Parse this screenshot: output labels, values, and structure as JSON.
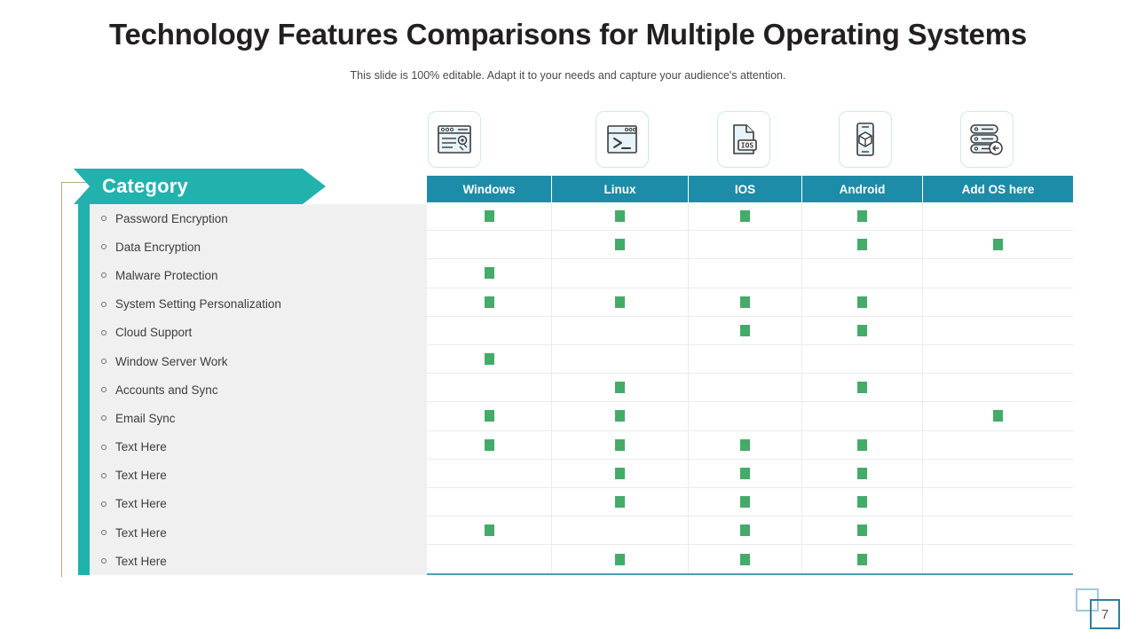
{
  "slide": {
    "title": "Technology Features Comparisons for Multiple Operating Systems",
    "subtitle": "This slide is 100% editable. Adapt it to your needs and capture your audience's attention.",
    "page_number": "7"
  },
  "colors": {
    "header_teal": "#1d8ca8",
    "banner_teal": "#22b2ae",
    "check_green": "#44ab69",
    "panel_gray": "#f0f0f0",
    "icon_border": "#cfe7ef",
    "bracket_olive": "#b3ad7a",
    "title_text": "#231f20"
  },
  "category": {
    "banner_label": "Category",
    "rows": [
      "Password Encryption",
      "Data Encryption",
      "Malware Protection",
      "System Setting Personalization",
      "Cloud Support",
      "Window Server Work",
      "Accounts and Sync",
      "Email Sync",
      "Text Here",
      "Text Here",
      "Text Here",
      "Text Here",
      "Text Here"
    ]
  },
  "icons": [
    {
      "name": "browser-settings-icon",
      "column": "Windows"
    },
    {
      "name": "terminal-window-icon",
      "column": "Linux"
    },
    {
      "name": "ios-document-icon",
      "column": "IOS"
    },
    {
      "name": "mobile-package-icon",
      "column": "Android"
    },
    {
      "name": "server-stack-icon",
      "column": "Add OS here"
    }
  ],
  "matrix": {
    "columns": [
      "Windows",
      "Linux",
      "IOS",
      "Android",
      "Add OS here"
    ],
    "marker": "green-square",
    "rows": [
      {
        "label": "Password Encryption",
        "marks": [
          true,
          true,
          true,
          true,
          false
        ]
      },
      {
        "label": "Data Encryption",
        "marks": [
          false,
          true,
          false,
          true,
          true
        ]
      },
      {
        "label": "Malware Protection",
        "marks": [
          true,
          false,
          false,
          false,
          false
        ]
      },
      {
        "label": "System Setting Personalization",
        "marks": [
          true,
          true,
          true,
          true,
          false
        ]
      },
      {
        "label": "Cloud Support",
        "marks": [
          false,
          false,
          true,
          true,
          false
        ]
      },
      {
        "label": "Window Server Work",
        "marks": [
          true,
          false,
          false,
          false,
          false
        ]
      },
      {
        "label": "Accounts and Sync",
        "marks": [
          false,
          true,
          false,
          true,
          false
        ]
      },
      {
        "label": "Email Sync",
        "marks": [
          true,
          true,
          false,
          false,
          true
        ]
      },
      {
        "label": "Text Here",
        "marks": [
          true,
          true,
          true,
          true,
          false
        ]
      },
      {
        "label": "Text Here",
        "marks": [
          false,
          true,
          true,
          true,
          false
        ]
      },
      {
        "label": "Text Here",
        "marks": [
          false,
          true,
          true,
          true,
          false
        ]
      },
      {
        "label": "Text Here",
        "marks": [
          true,
          false,
          true,
          true,
          false
        ]
      },
      {
        "label": "Text Here",
        "marks": [
          false,
          true,
          true,
          true,
          false
        ]
      }
    ]
  }
}
